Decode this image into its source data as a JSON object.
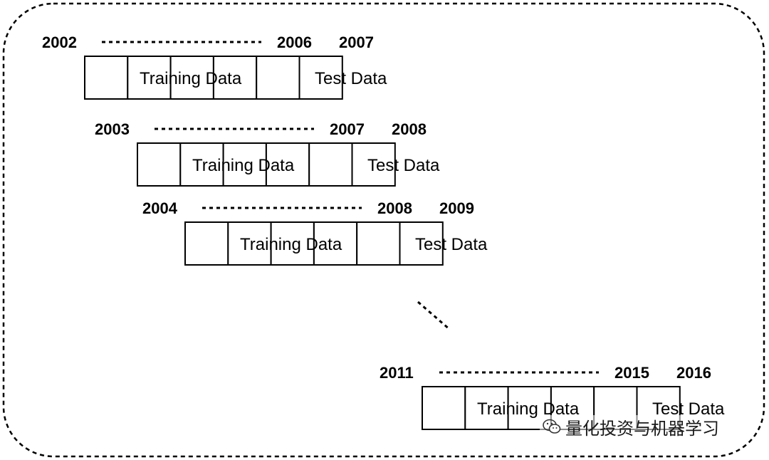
{
  "windows": [
    {
      "start": "2002",
      "train_end": "2006",
      "test_year": "2007",
      "train_label": "Training Data",
      "test_label": "Test Data"
    },
    {
      "start": "2003",
      "train_end": "2007",
      "test_year": "2008",
      "train_label": "Training Data",
      "test_label": "Test Data"
    },
    {
      "start": "2004",
      "train_end": "2008",
      "test_year": "2009",
      "train_label": "Training Data",
      "test_label": "Test Data"
    },
    {
      "start": "2011",
      "train_end": "2015",
      "test_year": "2016",
      "train_label": "Training Data",
      "test_label": "Test Data"
    }
  ],
  "watermark": {
    "text": "量化投资与机器学习",
    "icon": "wechat-icon"
  }
}
